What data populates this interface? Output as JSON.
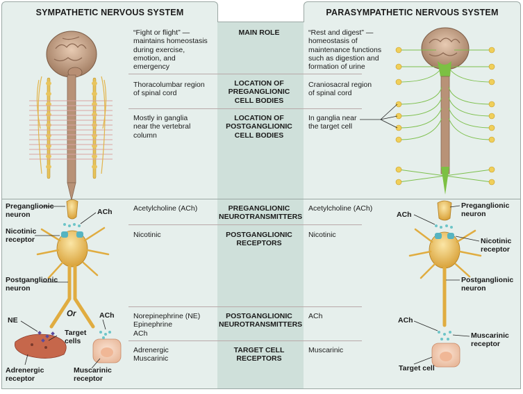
{
  "headers": {
    "sympathetic": "SYMPATHETIC NERVOUS SYSTEM",
    "parasympathetic": "PARASYMPATHETIC NERVOUS SYSTEM"
  },
  "rows": [
    {
      "center": [
        "MAIN ROLE"
      ],
      "left": [
        "“Fight or flight” —",
        "maintains homeostasis",
        "during exercise,",
        "emotion, and",
        "emergency"
      ],
      "right": [
        "“Rest and digest” —",
        "homeostasis of",
        "maintenance functions",
        "such as digestion and",
        "formation of urine"
      ]
    },
    {
      "center": [
        "LOCATION OF",
        "PREGANGLIONIC",
        "CELL BODIES"
      ],
      "left": [
        "Thoracolumbar region",
        "of spinal cord"
      ],
      "right": [
        "Craniosacral region",
        "of spinal cord"
      ]
    },
    {
      "center": [
        "LOCATION OF",
        "POSTGANGLIONIC",
        "CELL BODIES"
      ],
      "left": [
        "Mostly in ganglia",
        "near the vertebral",
        "column"
      ],
      "right": [
        "In ganglia near",
        "the target cell"
      ]
    },
    {
      "center": [
        "PREGANGLIONIC",
        "NEUROTRANSMITTERS"
      ],
      "left": [
        "Acetylcholine (ACh)"
      ],
      "right": [
        "Acetylcholine (ACh)"
      ]
    },
    {
      "center": [
        "POSTGANGLIONIC",
        "RECEPTORS"
      ],
      "left": [
        "Nicotinic"
      ],
      "right": [
        "Nicotinic"
      ]
    },
    {
      "center": [
        "POSTGANGLIONIC",
        "NEUROTRANSMITTERS"
      ],
      "left": [
        "Norepinephrine (NE)",
        "Epinephrine",
        "ACh"
      ],
      "right": [
        "ACh"
      ]
    },
    {
      "center": [
        "TARGET CELL",
        "RECEPTORS"
      ],
      "left": [
        "Adrenergic",
        "Muscarinic"
      ],
      "right": [
        "Muscarinic"
      ]
    }
  ],
  "symp_labels": {
    "preganglionic": [
      "Preganglionic",
      "neuron"
    ],
    "ach_top": "ACh",
    "nicotinic": [
      "Nicotinic",
      "receptor"
    ],
    "postganglionic": [
      "Postganglionic",
      "neuron"
    ],
    "ne": "NE",
    "or": "Or",
    "target": [
      "Target",
      "cells"
    ],
    "ach_bottom": "ACh",
    "adrenergic": [
      "Adrenergic",
      "receptor"
    ],
    "muscarinic": [
      "Muscarinic",
      "receptor"
    ]
  },
  "para_labels": {
    "ach_top": "ACh",
    "preganglionic": [
      "Preganglionic",
      "neuron"
    ],
    "nicotinic": [
      "Nicotinic",
      "receptor"
    ],
    "postganglionic": [
      "Postganglionic",
      "neuron"
    ],
    "ach_bottom": "ACh",
    "muscarinic": [
      "Muscarinic",
      "receptor"
    ],
    "target": "Target cell"
  }
}
